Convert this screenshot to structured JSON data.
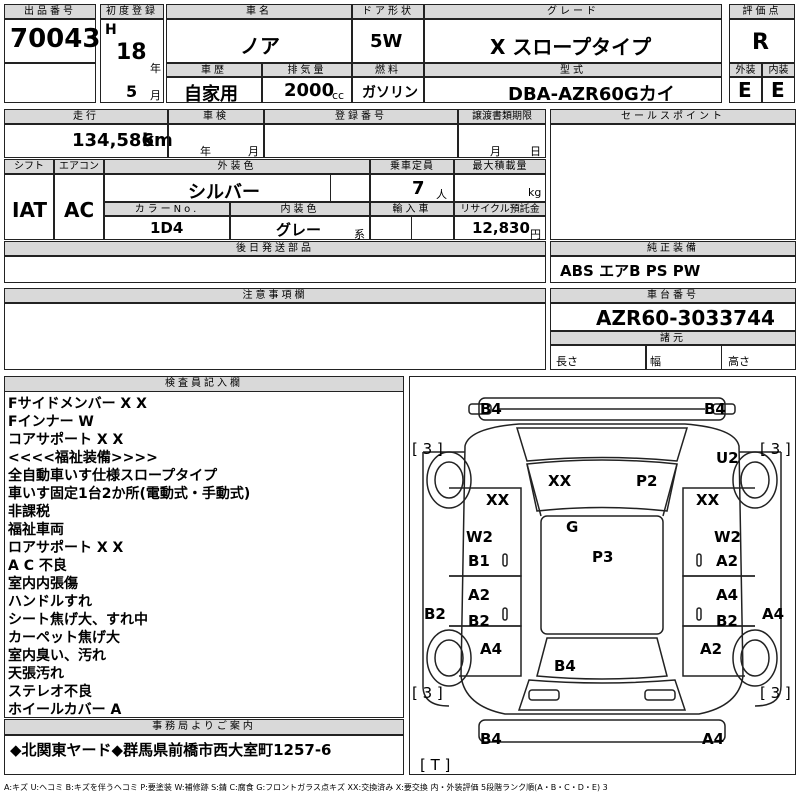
{
  "top": {
    "lot_label": "出品番号",
    "lot_value": "70043",
    "first_reg_label": "初度登録",
    "era": "H",
    "reg_year": "18",
    "year_unit": "年",
    "reg_month": "5",
    "month_unit": "月",
    "car_name_label": "車名",
    "car_name": "ノア",
    "door_label": "ドア形状",
    "door": "5W",
    "grade_label": "グレード",
    "grade": "X スロープタイプ",
    "score_label": "評価点",
    "score": "R",
    "history_label": "車歴",
    "history": "自家用",
    "displacement_label": "排気量",
    "displacement": "2000",
    "displacement_unit": "cc",
    "fuel_label": "燃料",
    "fuel": "ガソリン",
    "model_label": "型式",
    "model": "DBA-AZR60Gカイ",
    "exterior_label": "外装",
    "exterior": "E",
    "interior_label": "内装",
    "interior": "E"
  },
  "row2": {
    "mileage_label": "走行",
    "mileage": "134,586",
    "mileage_unit": "km",
    "inspection_label": "車検",
    "year_unit": "年",
    "month_unit": "月",
    "plate_label": "登録番号",
    "transfer_label": "譲渡書類期限",
    "t_month": "月",
    "t_day": "日",
    "sales_label": "セールスポイント"
  },
  "row3": {
    "shift_label": "シフト",
    "shift": "IAT",
    "ac_label": "エアコン",
    "ac": "AC",
    "color_label": "外装色",
    "color": "シルバー",
    "capacity_label": "乗車定員",
    "capacity": "7",
    "capacity_unit": "人",
    "load_label": "最大積載量",
    "load_unit": "kg",
    "colorno_label": "カラーNo.",
    "colorno": "1D4",
    "int_color_label": "内装色",
    "int_color": "グレー",
    "int_suffix": "系",
    "import_label": "輸入車",
    "recycle_label": "リサイクル預託金",
    "recycle": "12,830",
    "recycle_unit": "円",
    "later_label": "後日発送部品",
    "equip_label": "純正装備",
    "equip": "ABS エアB PS PW"
  },
  "row4": {
    "caution_label": "注意事項欄",
    "chassis_label": "車台番号",
    "chassis": "AZR60-3033744",
    "spec_label": "諸元",
    "length": "長さ",
    "width": "幅",
    "height": "高さ"
  },
  "inspector": {
    "title": "検査員記入欄",
    "notes": [
      "Fサイドメンバー X X",
      "Fインナー W",
      "コアサポート X X",
      "<<<<福祉装備>>>>",
      "全自動車いす仕様スロープタイプ",
      "車いす固定1台2か所(電動式・手動式)",
      "非課税",
      "福祉車両",
      "ロアサポート X X",
      "A C 不良",
      "室内内張傷",
      "ハンドルすれ",
      "シート焦げ大、すれ中",
      "カーペット焦げ大",
      "室内臭い、汚れ",
      "天張汚れ",
      "ステレオ不良",
      "ホイールカバー A"
    ]
  },
  "office": {
    "title": "事務局よりご案内",
    "text": "◆北関東ヤード◆群馬県前橋市西大室町1257-6"
  },
  "diagram": {
    "fl_corner": "B4",
    "fr_corner": "B4",
    "b_tl": "[ 3 ]",
    "b_tr": "[ 3 ]",
    "b_bl": "[ 3 ]",
    "b_br": "[ 3 ]",
    "b_bottom": "[ T ]",
    "u2": "U2",
    "xx_hood_l": "XX",
    "p2": "P2",
    "xx_l": "XX",
    "xx_r": "XX",
    "g": "G",
    "p3": "P3",
    "w2_l": "W2",
    "b1_l": "B1",
    "w2_r": "W2",
    "a2_r": "A2",
    "b2_l": "B2",
    "a2_l": "A2",
    "b2_l2": "B2",
    "a4_r": "A4",
    "b2_r": "B2",
    "a4_rr": "A4",
    "a4_l": "A4",
    "a2_rr": "A2",
    "b4_trunk": "B4",
    "rl_corner": "B4",
    "rr_corner": "A4"
  },
  "legend": "A:キズ U:ヘコミ B:キズを伴うヘコミ P:要塗装 W:補修跡 S:錆 C:腐食 G:フロントガラス点キズ XX:交換済み X:要交換 内・外装評価 5段階ランク順(A・B・C・D・E) 3"
}
